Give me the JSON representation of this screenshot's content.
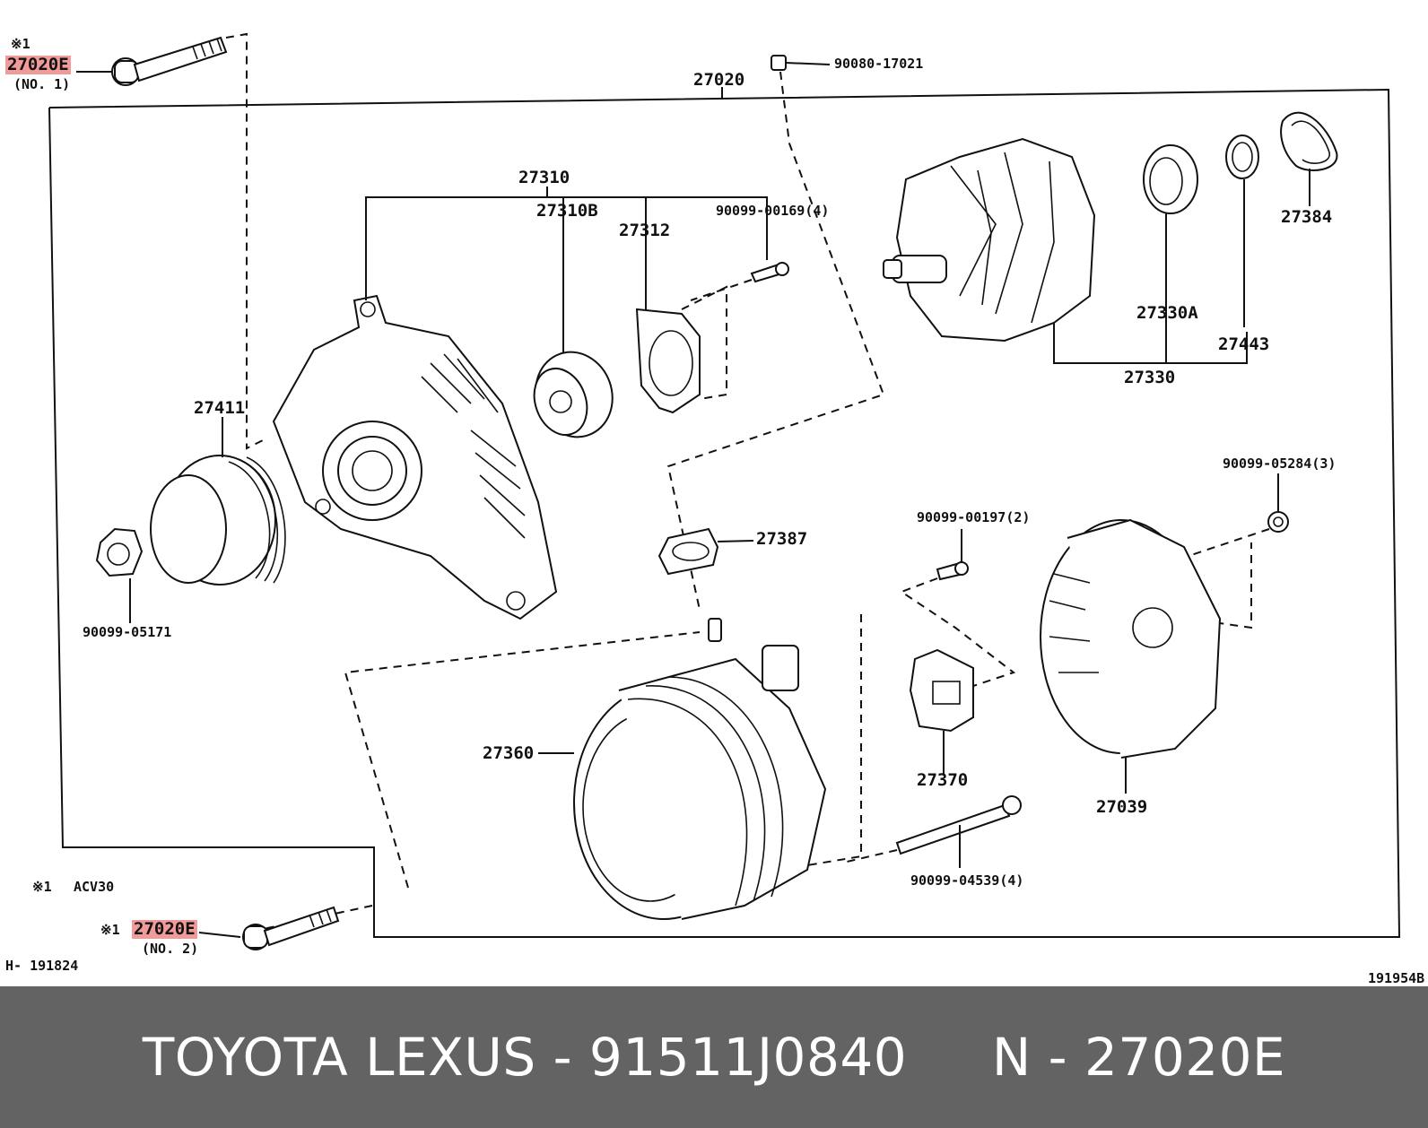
{
  "diagram": {
    "callouts": {
      "note_mark_top": "※1",
      "bolt_no1_part": "27020E",
      "bolt_no1_sub": "(NO. 1)",
      "assembly": "27020",
      "cap_nut": "90080-17021",
      "drive_end_frame_assy": "27310",
      "bearing": "27310B",
      "retainer_plate": "27312",
      "retainer_screw": "90099-00169(4)",
      "pulley": "27411",
      "pulley_nut": "90099-05171",
      "rotor_assy": "27330",
      "rotor_bearing": "27330A",
      "bearing_cover": "27443",
      "insulator": "27384",
      "terminal_insulator": "27387",
      "stator": "27360",
      "regulator_screw": "90099-00197(2)",
      "brush_holder": "27370",
      "rear_cover_nut": "90099-05284(3)",
      "rear_cover": "27039",
      "through_bolt": "90099-04539(4)",
      "note_legend_mark": "※1",
      "note_legend_text": "ACV30",
      "bolt_no2_mark": "※1",
      "bolt_no2_part": "27020E",
      "bolt_no2_sub": "(NO. 2)",
      "drawing_ref_left": "H- 191824",
      "drawing_ref_right": "191954B"
    },
    "highlight_color": "#f19a9a"
  },
  "footer": {
    "text": "TOYOTA LEXUS - 91511J0840     N - 27020E",
    "background": "#636363"
  }
}
